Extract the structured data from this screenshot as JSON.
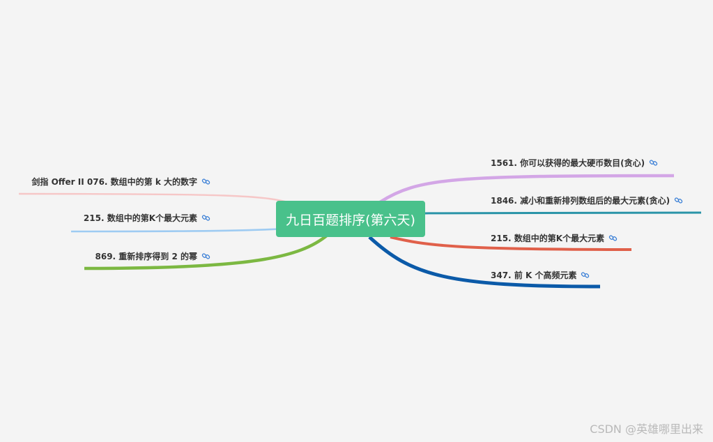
{
  "root": {
    "title": "九日百题排序(第六天)",
    "color": "#49c18b"
  },
  "left_branches": [
    {
      "label": "剑指 Offer II 076. 数组中的第 k 大的数字",
      "icon": "link-icon",
      "color": "#f6c7c7"
    },
    {
      "label": "215. 数组中的第K个最大元素",
      "icon": "link-icon",
      "color": "#9ecbf2"
    },
    {
      "label": "869. 重新排序得到 2 的幂",
      "icon": "link-icon",
      "color": "#7cb842"
    }
  ],
  "right_branches": [
    {
      "label": "1561. 你可以获得的最大硬币数目(贪心)",
      "icon": "link-icon",
      "color": "#d3a6e6"
    },
    {
      "label": "1846. 减小和重新排列数组后的最大元素(贪心)",
      "icon": "link-icon",
      "color": "#2a94a8"
    },
    {
      "label": "215. 数组中的第K个最大元素",
      "icon": "link-icon",
      "color": "#e0604a"
    },
    {
      "label": "347. 前 K 个高频元素",
      "icon": "link-icon",
      "color": "#0b5aa8"
    }
  ],
  "watermark": "CSDN @英雄哪里出来"
}
